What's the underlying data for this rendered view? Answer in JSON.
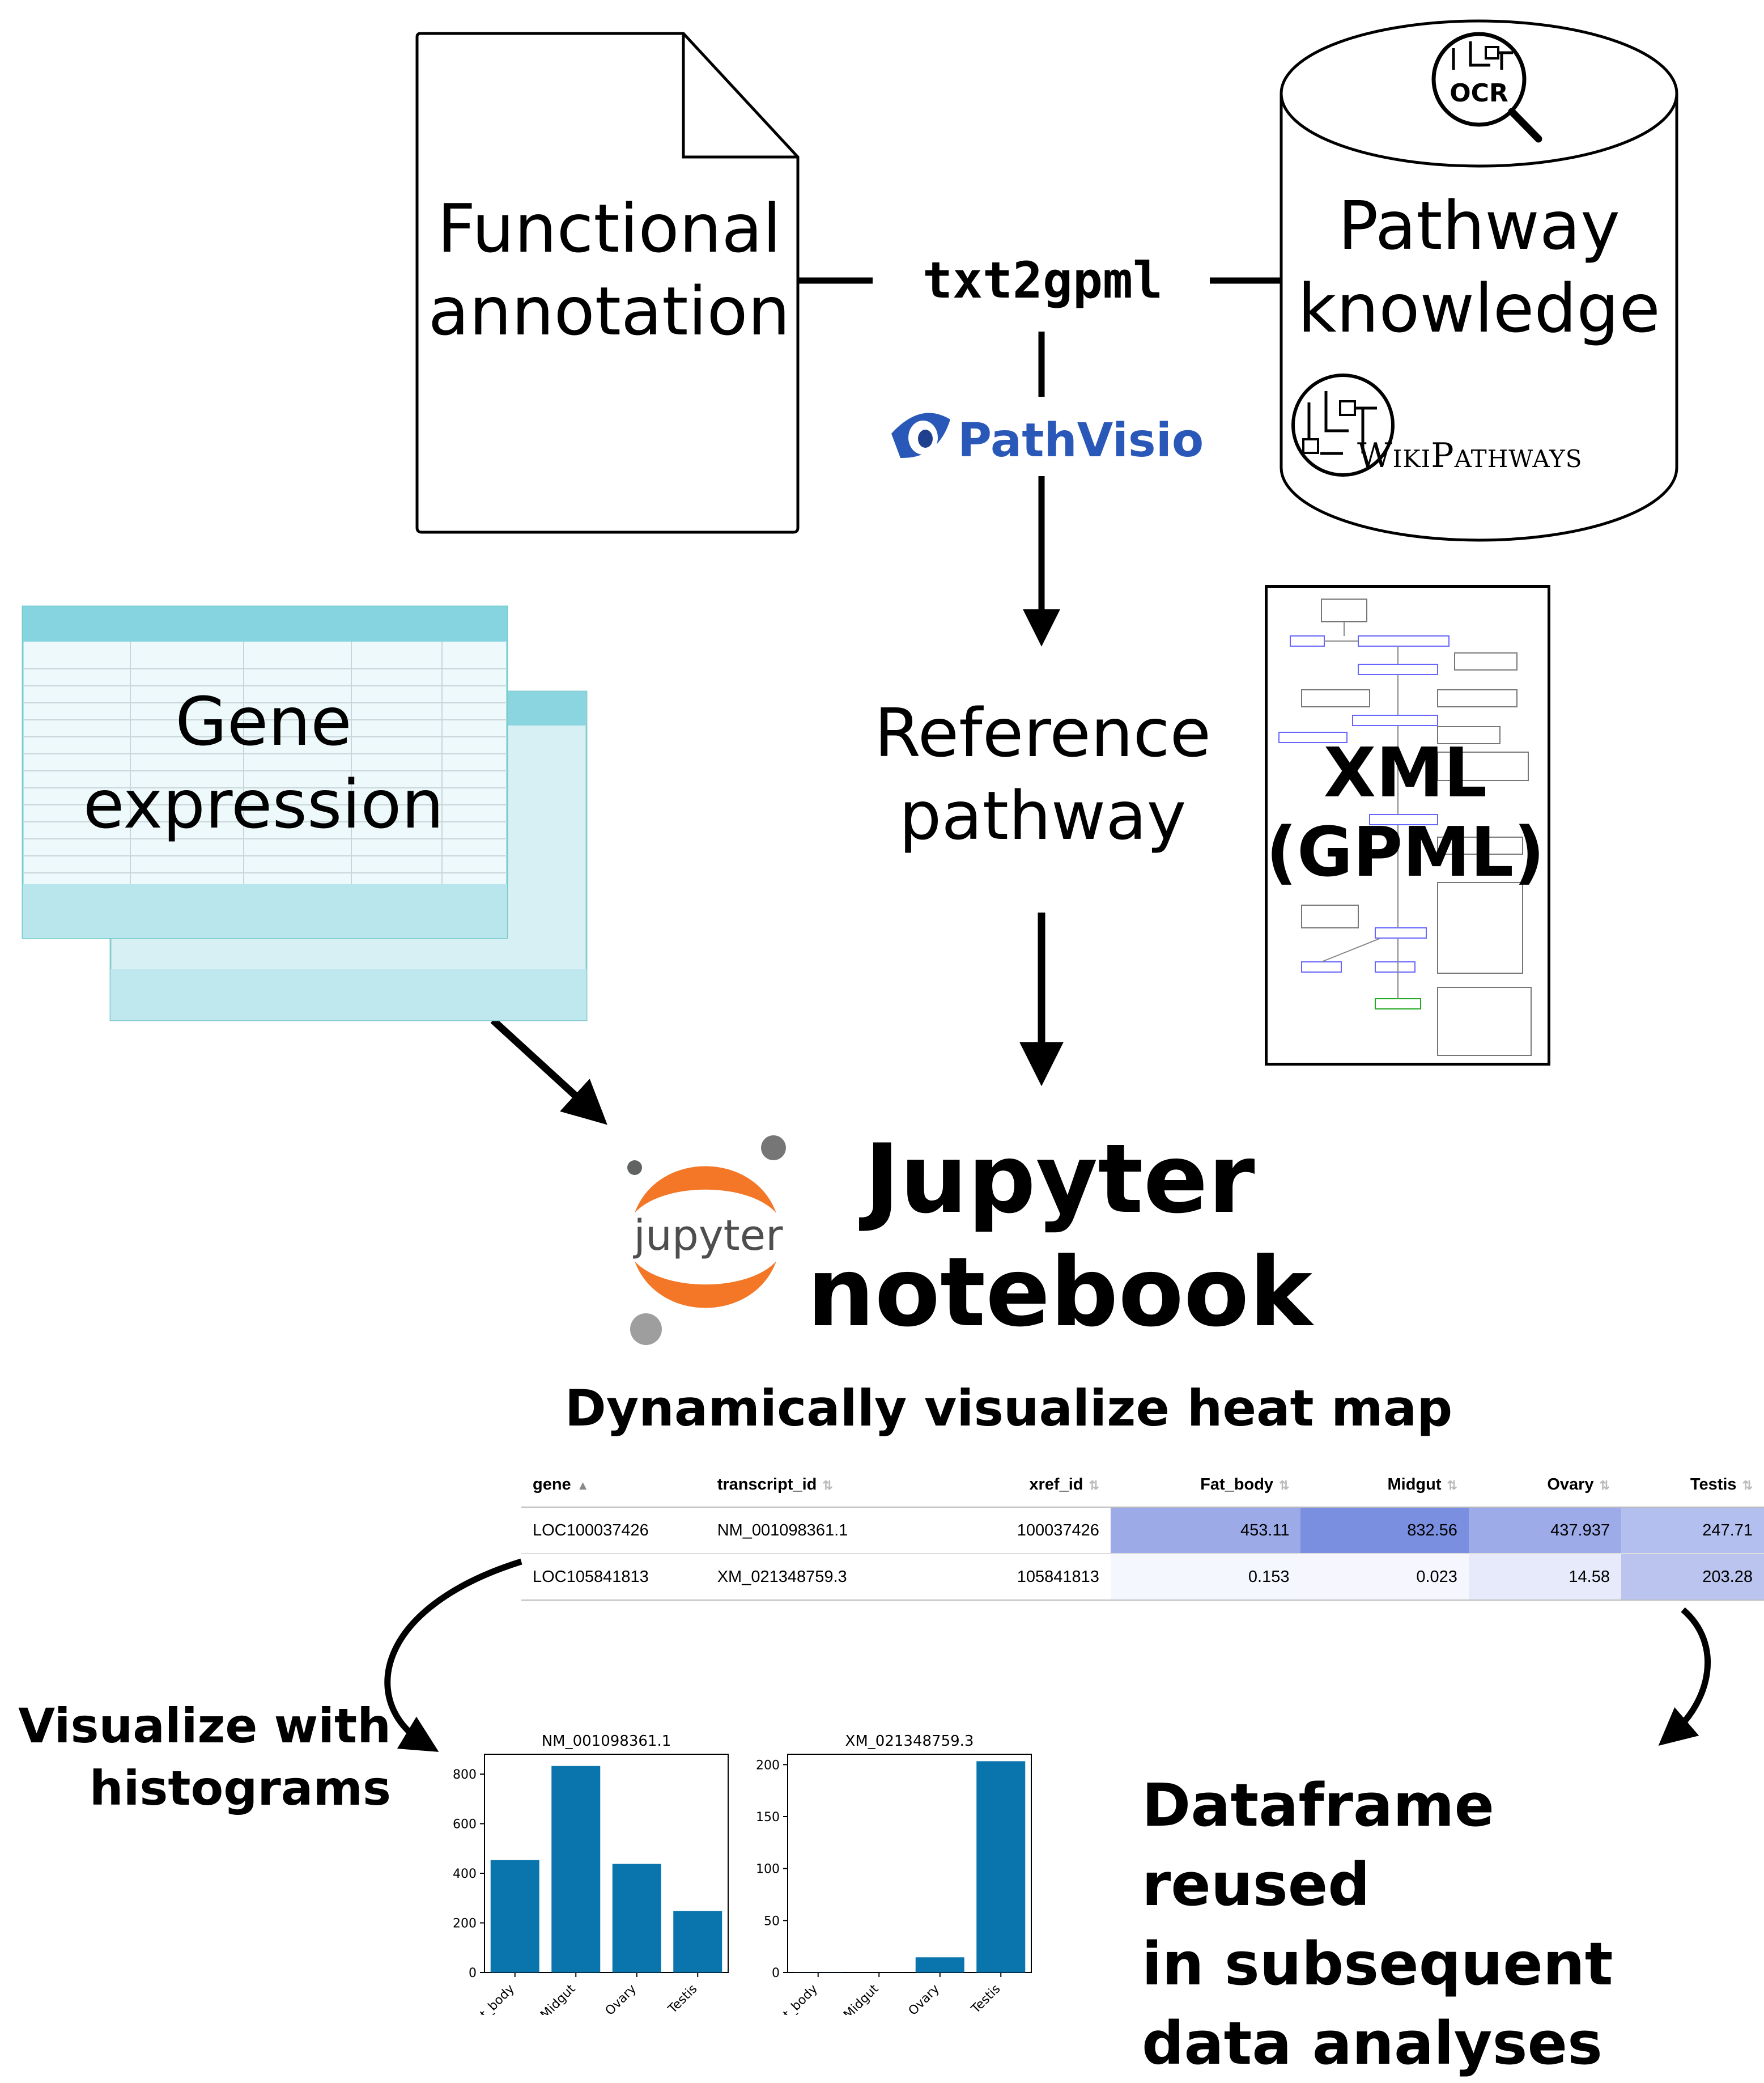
{
  "nodes": {
    "functional_annotation": "Functional annotation",
    "pathway_knowledge": "Pathway knowledge",
    "converter": "txt2gpml",
    "pathvisio": "PathVisio",
    "ocr": "OCR",
    "wikipathways": "WikiPathways",
    "gene_expression": "Gene expression",
    "reference_pathway": "Reference pathway",
    "xml": "XML",
    "gpml": "(GPML)",
    "jupyter_logo": "jupyter",
    "jupyter_notebook_line1": "Jupyter",
    "jupyter_notebook_line2": "notebook"
  },
  "heatmap": {
    "title": "Dynamically visualize heat map",
    "columns": [
      "gene",
      "transcript_id",
      "xref_id",
      "Fat_body",
      "Midgut",
      "Ovary",
      "Testis"
    ],
    "rows": [
      [
        "LOC100037426",
        "NM_001098361.1",
        "100037426",
        "453.11",
        "832.56",
        "437.937",
        "247.71"
      ],
      [
        "LOC105841813",
        "XM_021348759.3",
        "105841813",
        "0.153",
        "0.023",
        "14.58",
        "203.28"
      ]
    ],
    "colors": {
      "low": "#f7f8fe",
      "high": "#7b8fe0"
    }
  },
  "labels": {
    "histograms": [
      "Visualize with",
      "histograms"
    ],
    "dataframe": [
      "Dataframe reused",
      "in subsequent",
      "data analyses"
    ]
  },
  "chart_data": [
    {
      "type": "bar",
      "title": "NM_001098361.1",
      "categories": [
        "Fat_body",
        "Midgut",
        "Ovary",
        "Testis"
      ],
      "values": [
        453.11,
        832.56,
        437.937,
        247.71
      ],
      "ylim": [
        0,
        880
      ],
      "yticks": [
        0,
        200,
        400,
        600,
        800
      ],
      "color": "#0a75ad"
    },
    {
      "type": "bar",
      "title": "XM_021348759.3",
      "categories": [
        "Fat_body",
        "Midgut",
        "Ovary",
        "Testis"
      ],
      "values": [
        0.153,
        0.023,
        14.58,
        203.28
      ],
      "ylim": [
        0,
        210
      ],
      "yticks": [
        0,
        50,
        100,
        150,
        200
      ],
      "color": "#0a75ad"
    }
  ]
}
